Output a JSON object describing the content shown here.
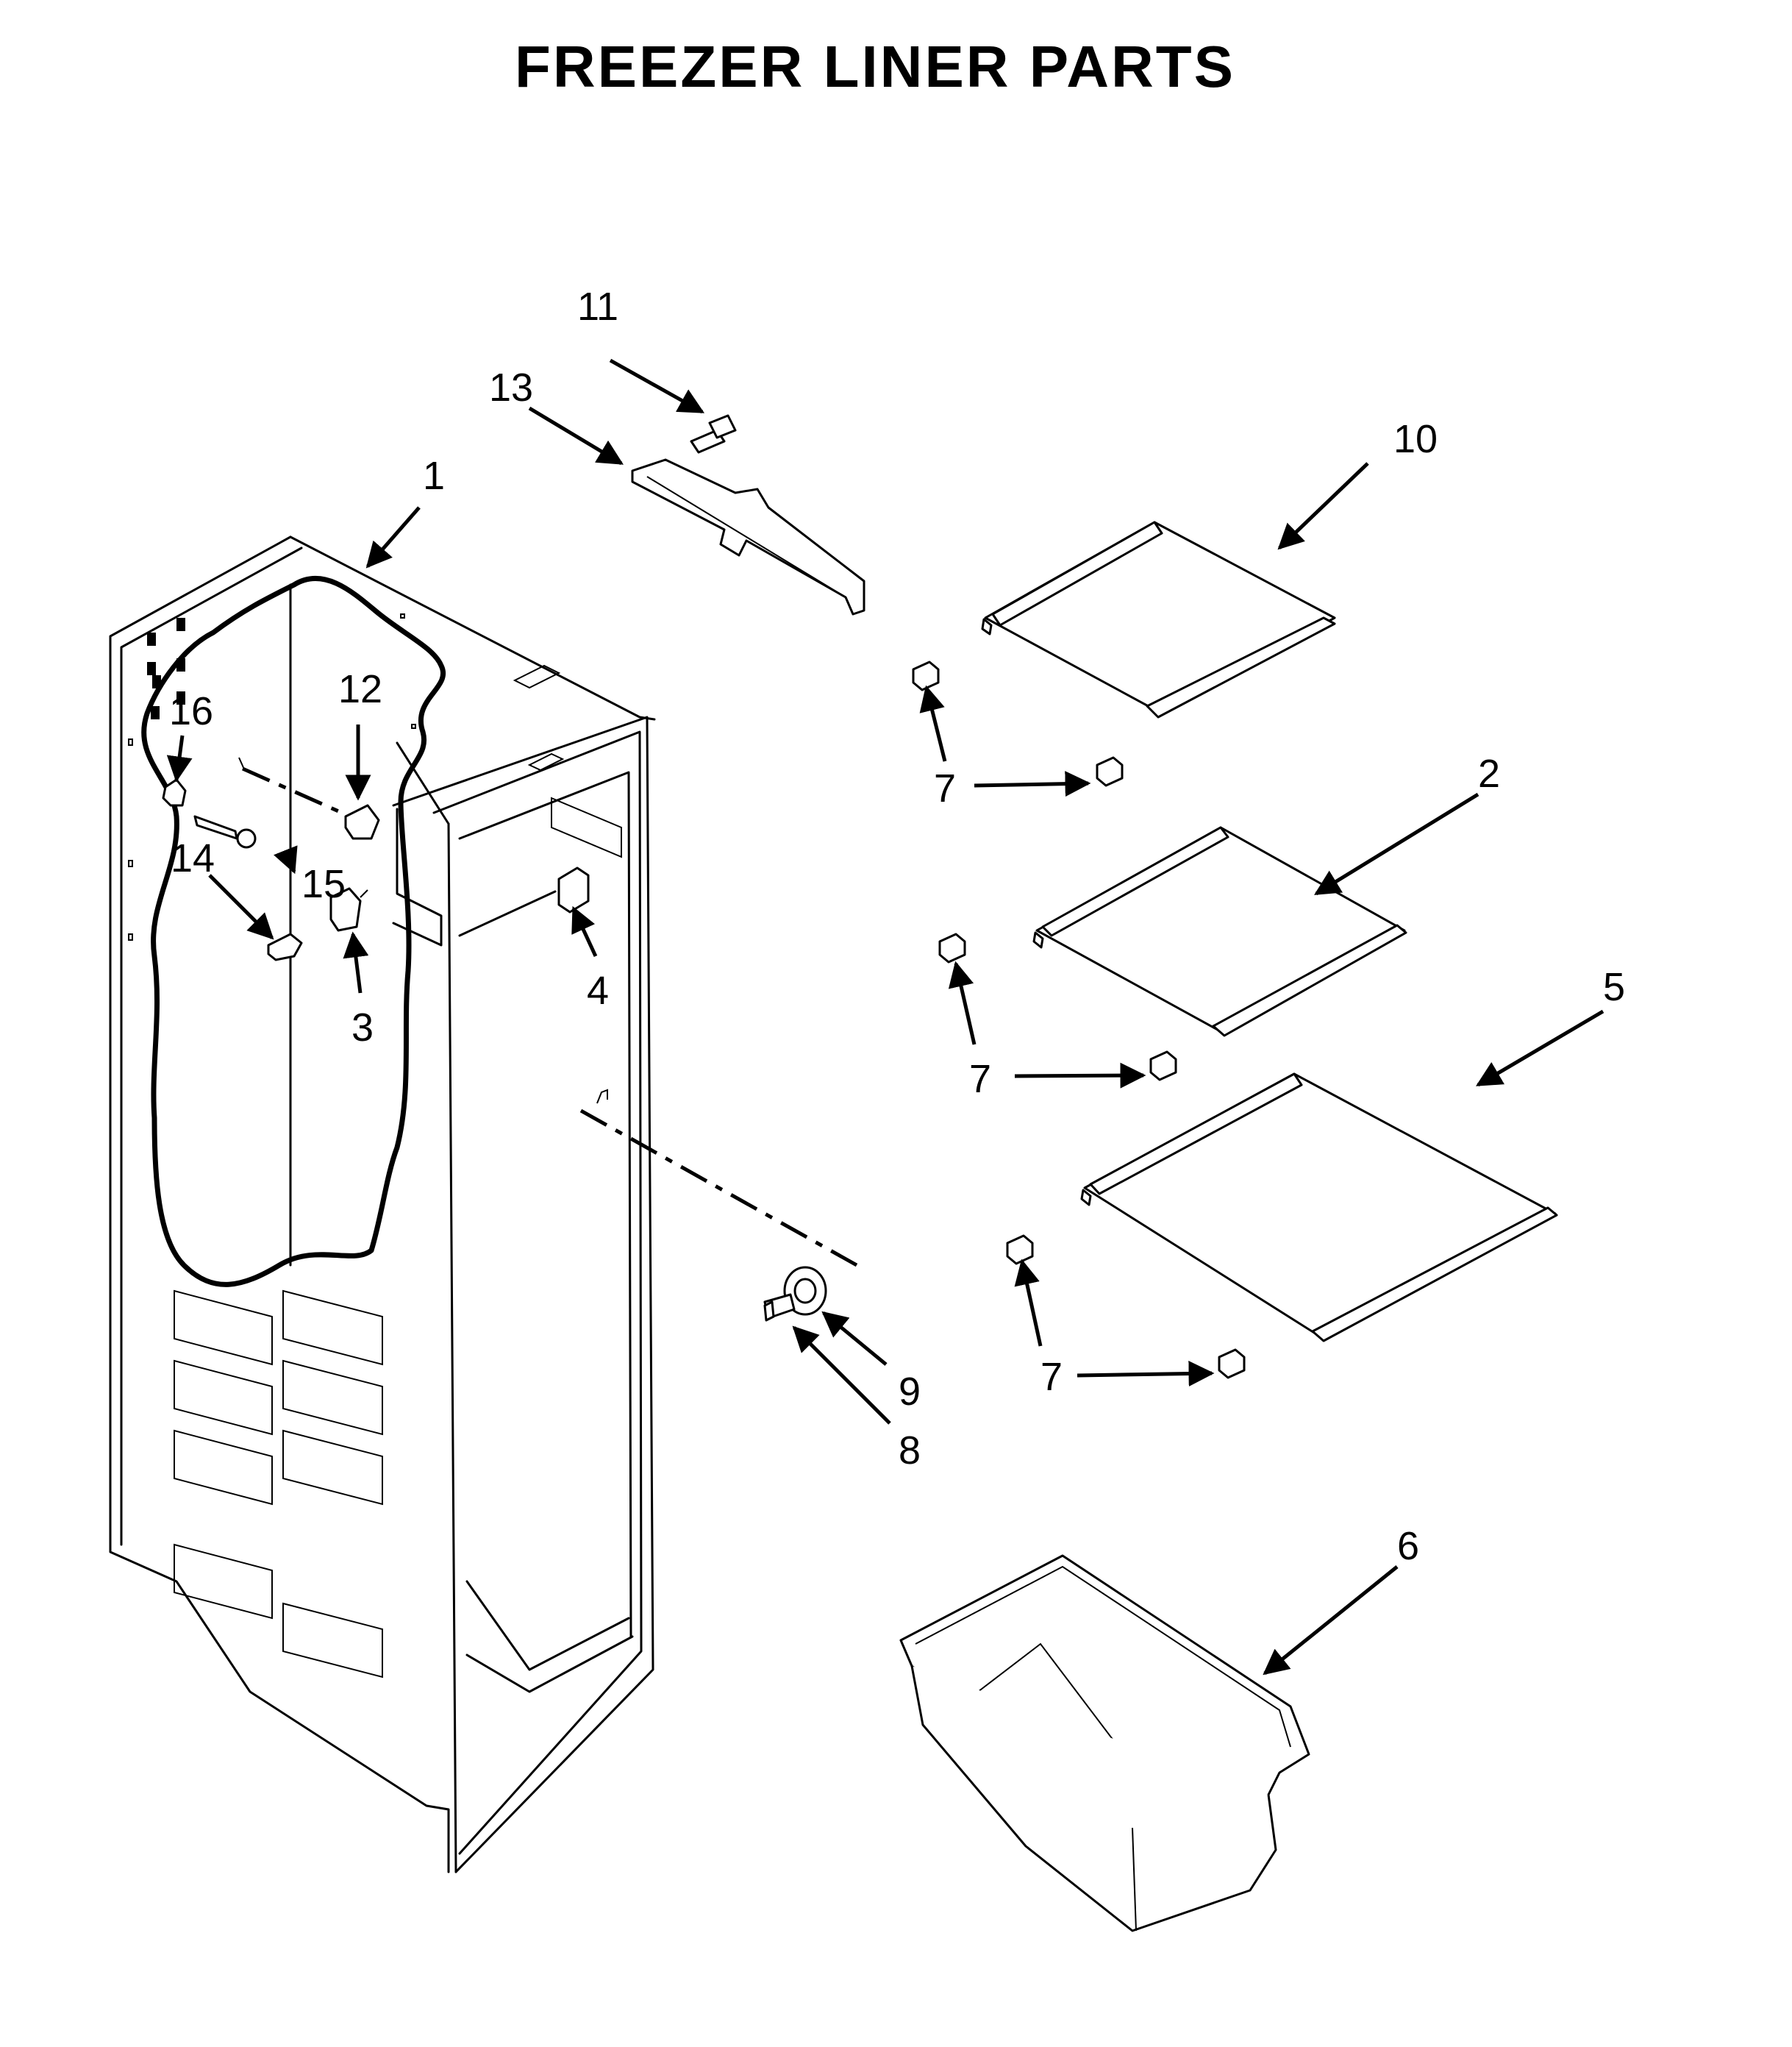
{
  "title": "FREEZER LINER PARTS",
  "callouts": [
    {
      "id": "c1",
      "text": "1"
    },
    {
      "id": "c2",
      "text": "2"
    },
    {
      "id": "c3",
      "text": "3"
    },
    {
      "id": "c4",
      "text": "4"
    },
    {
      "id": "c5",
      "text": "5"
    },
    {
      "id": "c6",
      "text": "6"
    },
    {
      "id": "c7a",
      "text": "7"
    },
    {
      "id": "c7b",
      "text": "7"
    },
    {
      "id": "c7c",
      "text": "7"
    },
    {
      "id": "c8",
      "text": "8"
    },
    {
      "id": "c9",
      "text": "9"
    },
    {
      "id": "c10",
      "text": "10"
    },
    {
      "id": "c11",
      "text": "11"
    },
    {
      "id": "c12",
      "text": "12"
    },
    {
      "id": "c13",
      "text": "13"
    },
    {
      "id": "c14",
      "text": "14"
    },
    {
      "id": "c15",
      "text": "15"
    },
    {
      "id": "c16",
      "text": "16"
    }
  ]
}
